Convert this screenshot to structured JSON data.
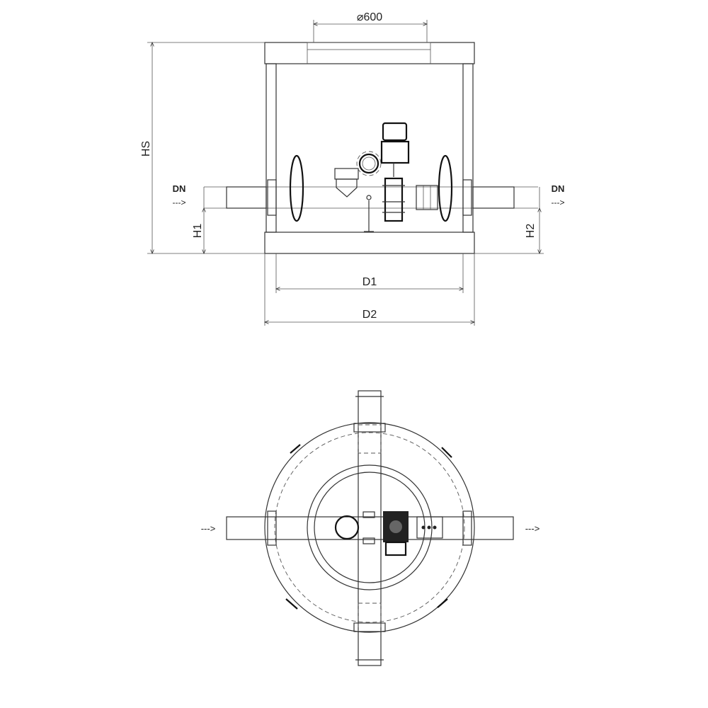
{
  "drawing": {
    "opening_label": "⌀600",
    "hs_label": "HS",
    "dn_left_label": "DN",
    "dn_right_label": "DN",
    "h1_label": "H1",
    "h2_label": "H2",
    "d1_label": "D1",
    "d2_label": "D2",
    "flow_arrow": "--->"
  }
}
